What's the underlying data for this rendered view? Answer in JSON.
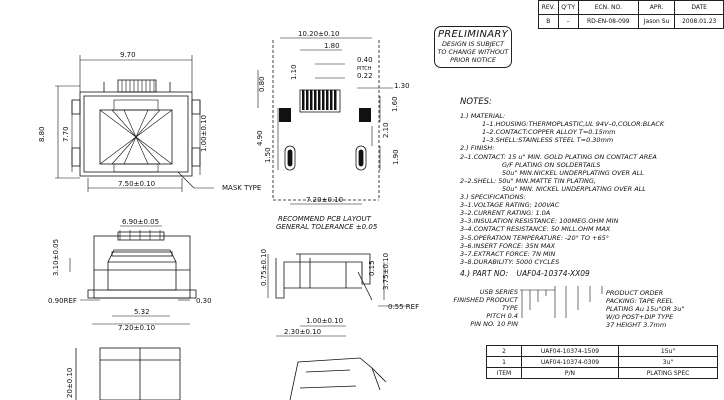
{
  "revision_table": {
    "headers": [
      "REV.",
      "Q'TY",
      "ECN. NO.",
      "APR.",
      "DATE"
    ],
    "row": [
      "B",
      "–",
      "RD-EN-08-099",
      "Jason Su",
      "2008.01.23"
    ]
  },
  "preliminary": {
    "title": "PRELIMINARY",
    "lines": [
      "DESIGN IS SUBJECT",
      "TO CHANGE WITHOUT",
      "PRIOR NOTICE"
    ]
  },
  "dimensions": {
    "top_width": "9.70",
    "left_height_total": "8.80",
    "left_height_inner": "7.70",
    "side_dim": "1.00±0.10",
    "bottom_width": "7.50±0.10",
    "mask_type": "MASK TYPE",
    "pcb_overall": "10.20±0.10",
    "pcb_180": "1.80",
    "pcb_pitch": "0.40",
    "pcb_pitch_label": "PITCH",
    "pcb_022": "0.22",
    "pcb_130": "1.30",
    "pcb_110": "1.10",
    "pcb_080": "0.80",
    "pcb_160": "1.60",
    "pcb_490": "4.90",
    "pcb_210": "2.10",
    "pcb_150": "1.50",
    "pcb_190": "1.90",
    "pcb_bottom": "7.20±0.10",
    "pcb_layout_title": "RECOMMEND PCB LAYOUT",
    "pcb_tolerance": "GENERAL TOLERANCE ±0.05",
    "front_top": "6.90±0.05",
    "front_side": "3.10±0.05",
    "front_ref": "0.90REF",
    "front_532": "5.32",
    "front_bottom": "7.20±0.10",
    "front_030": "0.30",
    "side_075": "0.75±0.10",
    "side_015": "0.15",
    "side_375": "3.75±0.10",
    "side_055": "0.55 REF",
    "side_100": "1.00±0.10",
    "side_230": "2.30±0.10",
    "bottom_left": "20±0.10"
  },
  "notes": {
    "title": "NOTES:",
    "items": [
      {
        "cls": "",
        "text": "1.) MATERIAL:"
      },
      {
        "cls": "ind",
        "text": "1–1.HOUSING:THERMOPLASTIC,UL 94V–0,COLOR:BLACK"
      },
      {
        "cls": "ind",
        "text": "1–2.CONTACT:COPPER ALLOY    T=0.15mm"
      },
      {
        "cls": "ind",
        "text": "1–3.SHELL:STAINLESS STEEL    T=0.30mm"
      },
      {
        "cls": "",
        "text": "2.) FINISH:"
      },
      {
        "cls": "",
        "text": "2–1.CONTACT: 15 u\" MIN. GOLD PLATING ON CONTACT AREA"
      },
      {
        "cls": "ind2",
        "text": "G/F PLATING ON SOLDERTAILS"
      },
      {
        "cls": "ind2",
        "text": "50u\" MIN.NICKEL UNDERPLATING OVER ALL"
      },
      {
        "cls": "",
        "text": "2–2.SHELL: 50u\" MIN.MATTE TIN PLATING,"
      },
      {
        "cls": "ind2",
        "text": "50u\" MIN. NICKEL UNDERPLATING OVER ALL"
      },
      {
        "cls": "",
        "text": "3.) SPECIFICATIONS:"
      },
      {
        "cls": "",
        "text": "3–1.VOLTAGE RATING: 100VAC"
      },
      {
        "cls": "",
        "text": "3–2.CURRENT RATING: 1.0A"
      },
      {
        "cls": "",
        "text": "3–3.INSULATION RESISTANCE: 100MEG.OHM MIN"
      },
      {
        "cls": "",
        "text": "3–4.CONTACT RESISTANCE: 50 MILL.OHM MAX"
      },
      {
        "cls": "",
        "text": "3–5.OPERATION TEMPERATURE: -20° TO +65°"
      },
      {
        "cls": "",
        "text": "3–6.INSERT FORCE: 35N MAX"
      },
      {
        "cls": "",
        "text": "3–7.EXTRACT FORCE: 7N MIN"
      },
      {
        "cls": "",
        "text": "3–8.DURABILITY: 5000 CYCLES"
      }
    ],
    "part_no_label": "4.) PART NO:",
    "part_no": "UAF04-10374-XX09"
  },
  "part_callouts": {
    "left": [
      "USB SERIES",
      "FINISHED PRODUCT",
      "TYPE",
      "PITCH 0.4",
      "PIN NO. 10 PIN"
    ],
    "right": [
      "PRODUCT ORDER",
      "PACKING: TAPE REEL",
      "PLATING Au 15u\"OR 3u\"",
      "W/O POST+DIP TYPE",
      "37 HEIGHT 3.7mm"
    ]
  },
  "plating_table": {
    "rows": [
      [
        "2",
        "UAF04-10374-1509",
        "15u\""
      ],
      [
        "1",
        "UAF04-10374-0309",
        "3u\""
      ],
      [
        "ITEM",
        "P/N",
        "PLATING SPEC"
      ]
    ]
  }
}
